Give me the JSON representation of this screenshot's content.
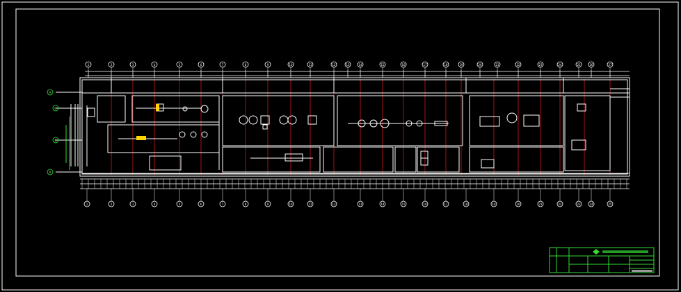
{
  "drawing": {
    "background_color": "#000000",
    "line_color": "#ffffff",
    "grid_line_color": "#d01818",
    "accent_color": "#ffd400",
    "titleblock_color": "#33dd33",
    "top_axis_labels": [
      "1",
      "2",
      "3",
      "4",
      "5",
      "6",
      "7",
      "8",
      "9",
      "10",
      "11",
      "12",
      "13",
      "14",
      "15",
      "16",
      "17",
      "18",
      "19",
      "20",
      "21",
      "22",
      "23",
      "24",
      "25",
      "26",
      "27"
    ],
    "bottom_axis_labels": [
      "1",
      "2",
      "3",
      "4",
      "5",
      "6",
      "7",
      "8",
      "9",
      "10",
      "11",
      "12",
      "13",
      "14",
      "15",
      "16",
      "17",
      "18",
      "19",
      "20",
      "21",
      "22",
      "23",
      "24",
      "25"
    ],
    "left_axis_labels": [
      "A",
      "C",
      "B",
      "A"
    ]
  }
}
